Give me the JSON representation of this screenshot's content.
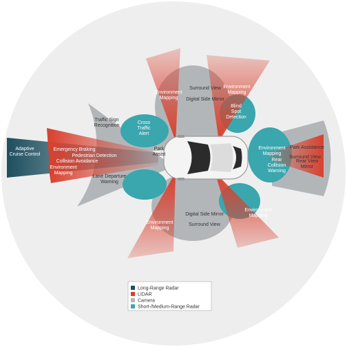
{
  "colors": {
    "background_circle": "#eeeeee",
    "long_range_radar": "#1e4f5f",
    "lidar": "#d9402e",
    "camera": "#b3b6b9",
    "short_medium_radar": "#3aa6ad"
  },
  "labels": {
    "adaptive_cruise_control": "Adaptive\nCruise Control",
    "emergency_braking": "Emergency Braking",
    "pedestrian_detection": "Pedestrian Detection",
    "collision_avoidance": "Collision Avoidance",
    "environment_mapping_front_left": "Environment\nMapping",
    "traffic_sign_recognition": "Traffic Sign\nRecognition",
    "cross_traffic_alert": "Cross\nTraffic\nAlert",
    "park_assist": "Park\nAssist",
    "lane_departure_warning": "Lane Departure\nWarning",
    "environment_mapping_top_left": "Environment\nMapping",
    "surround_view_top": "Surround View",
    "digital_side_mirror_top": "Digital Side Mirror",
    "environment_mapping_top_right": "Environment\nMapping",
    "blind_spot_detection": "Blind\nSpot\nDetection",
    "environment_mapping_rear": "Environment\nMapping",
    "park_assistance": "Park Assistance",
    "surround_view_right": "Surround View",
    "rear_view_mirror": "Rear View\nMirror",
    "rear_collision_warning": "Rear\nCollision\nWarning",
    "digital_side_mirror_bottom": "Digital Side Mirror",
    "surround_view_bottom": "Surround View",
    "environment_mapping_bottom_left": "Environment\nMapping",
    "environment_mapping_bottom_right": "Environment\nMapping"
  },
  "legend": {
    "items": [
      {
        "label": "Long-Range Radar",
        "color": "#1e4f5f"
      },
      {
        "label": "LIDAR",
        "color": "#d9402e"
      },
      {
        "label": "Camera",
        "color": "#b3b6b9"
      },
      {
        "label": "Short-/Medium-Range Radar",
        "color": "#3aa6ad"
      }
    ]
  }
}
